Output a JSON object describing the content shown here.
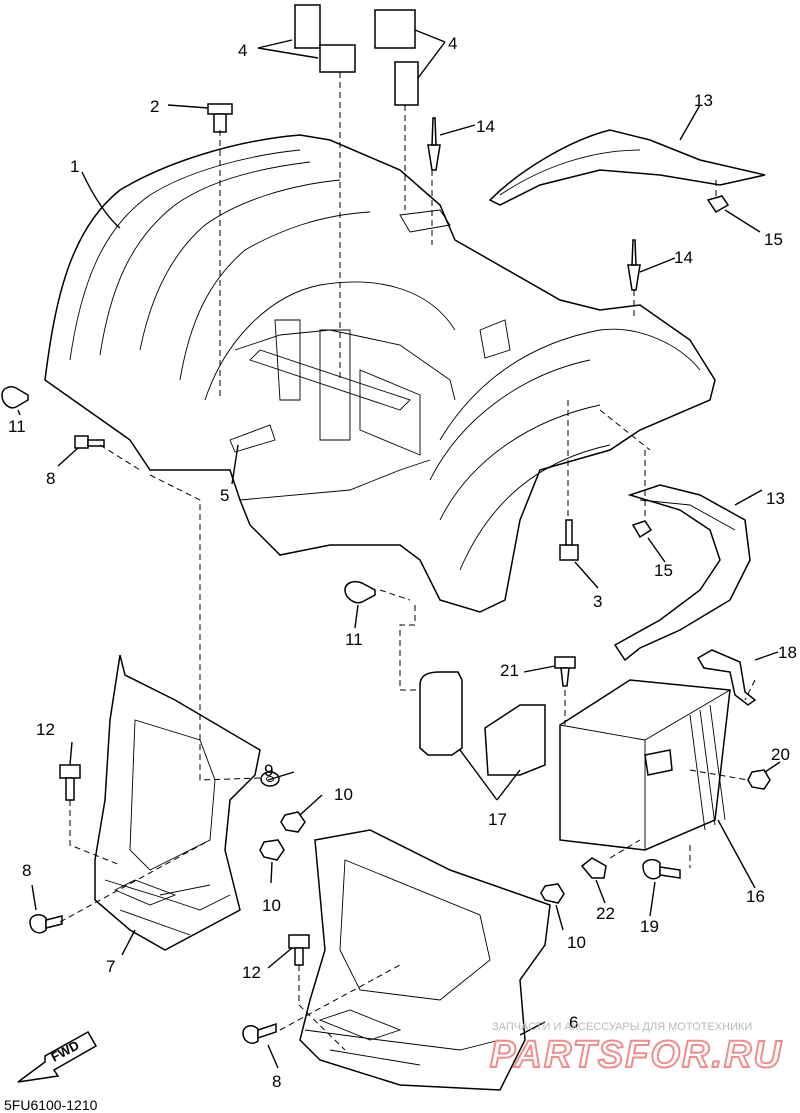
{
  "diagram": {
    "drawing_code": "5FU6100-1210",
    "direction_label": "FWD",
    "callouts": [
      {
        "id": "c1",
        "label": "1"
      },
      {
        "id": "c2",
        "label": "2"
      },
      {
        "id": "c3",
        "label": "3"
      },
      {
        "id": "c4a",
        "label": "4"
      },
      {
        "id": "c4b",
        "label": "4"
      },
      {
        "id": "c5",
        "label": "5"
      },
      {
        "id": "c6",
        "label": "6"
      },
      {
        "id": "c7",
        "label": "7"
      },
      {
        "id": "c8a",
        "label": "8"
      },
      {
        "id": "c8b",
        "label": "8"
      },
      {
        "id": "c8c",
        "label": "8"
      },
      {
        "id": "c9",
        "label": "9"
      },
      {
        "id": "c10a",
        "label": "10"
      },
      {
        "id": "c10b",
        "label": "10"
      },
      {
        "id": "c10c",
        "label": "10"
      },
      {
        "id": "c11a",
        "label": "11"
      },
      {
        "id": "c11b",
        "label": "11"
      },
      {
        "id": "c12a",
        "label": "12"
      },
      {
        "id": "c12b",
        "label": "12"
      },
      {
        "id": "c13a",
        "label": "13"
      },
      {
        "id": "c13b",
        "label": "13"
      },
      {
        "id": "c14a",
        "label": "14"
      },
      {
        "id": "c14b",
        "label": "14"
      },
      {
        "id": "c15a",
        "label": "15"
      },
      {
        "id": "c15b",
        "label": "15"
      },
      {
        "id": "c16",
        "label": "16"
      },
      {
        "id": "c17",
        "label": "17"
      },
      {
        "id": "c18",
        "label": "18"
      },
      {
        "id": "c19",
        "label": "19"
      },
      {
        "id": "c20",
        "label": "20"
      },
      {
        "id": "c21",
        "label": "21"
      },
      {
        "id": "c22",
        "label": "22"
      }
    ]
  },
  "watermark": {
    "tagline": "ЗАПЧАСТИ И АКСЕССУАРЫ ДЛЯ МОТОТЕХНИКИ",
    "brand": "PARTSFOR.RU",
    "brand_color": "#f08c8c"
  }
}
